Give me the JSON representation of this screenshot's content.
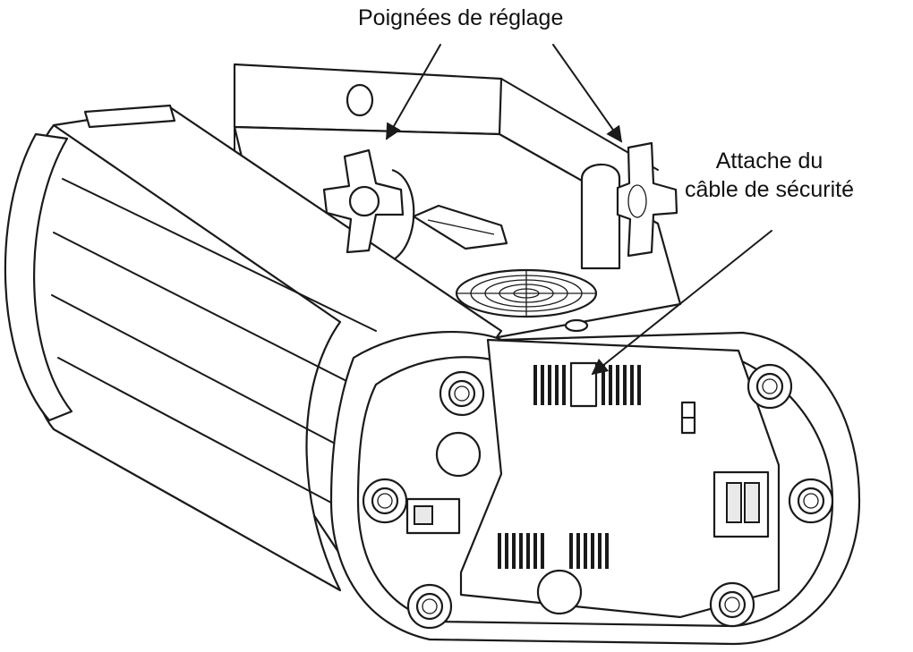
{
  "labels": {
    "adjustment_handles": "Poignées de réglage",
    "safety_cable_line1": "Attache du",
    "safety_cable_line2": "câble de sécurité"
  },
  "colors": {
    "ink": "#1a1a1a",
    "background": "#ffffff"
  }
}
